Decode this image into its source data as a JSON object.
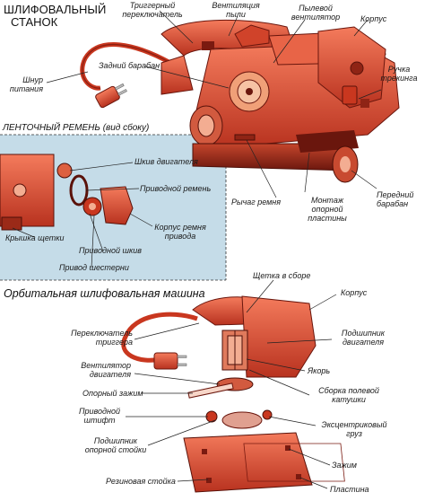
{
  "belt_sander": {
    "title_line1": "ШЛИФОВАЛЬНЫЙ",
    "title_line2": "СТАНОК",
    "labels": {
      "trigger_switch_1": "Триггерный",
      "trigger_switch_2": "переключатель",
      "dust_vent_1": "Вентиляция",
      "dust_vent_2": "пыли",
      "dust_fan_1": "Пылевой",
      "dust_fan_2": "вентилятор",
      "housing": "Корпус",
      "rear_drum": "Задний барабан",
      "power_cord_1": "Шнур",
      "power_cord_2": "питания",
      "tracking_knob_1": "Ручка",
      "tracking_knob_2": "трекинга",
      "belt_lever": "Рычаг ремня",
      "platen_mount_1": "Монтаж",
      "platen_mount_2": "опорной",
      "platen_mount_3": "пластины",
      "front_drum_1": "Передний",
      "front_drum_2": "барабан"
    }
  },
  "belt_inset": {
    "title_main": "ЛЕНТОЧНЫЙ РЕМЕНЬ",
    "title_note": "(вид сбоку)",
    "labels": {
      "motor_pulley": "Шкив двигателя",
      "drive_belt": "Приводной ремень",
      "belt_housing_1": "Корпус ремня",
      "belt_housing_2": "привода",
      "brush_cover": "Крышка щетки",
      "drive_pulley": "Приводной шкив",
      "gear_drive": "Привод шестерни"
    }
  },
  "orbital_sander": {
    "title": "Орбитальная шлифовальная машина",
    "labels": {
      "brush_assembly": "Щетка в сборе",
      "housing": "Корпус",
      "trigger_switch_1": "Переключатель",
      "trigger_switch_2": "триггера",
      "motor_bearing_1": "Подшипник",
      "motor_bearing_2": "двигателя",
      "motor_fan_1": "Вентилятор",
      "motor_fan_2": "двигателя",
      "armature": "Якорь",
      "pad_clamp": "Опорный зажим",
      "field_coil_1": "Сборка полевой",
      "field_coil_2": "катушки",
      "drive_pin_1": "Приводной",
      "drive_pin_2": "штифт",
      "eccentric_1": "Эксцентриковый",
      "eccentric_2": "груз",
      "pad_bearing_1": "Подшипник",
      "pad_bearing_2": "опорной стойки",
      "clamp": "Зажим",
      "rubber_post": "Резиновая стойка",
      "plate": "Пластина"
    }
  },
  "colors": {
    "body": "#d9452c",
    "dark": "#7a1a10",
    "light": "#f08c6e",
    "inset_bg": "#c5dce8"
  }
}
